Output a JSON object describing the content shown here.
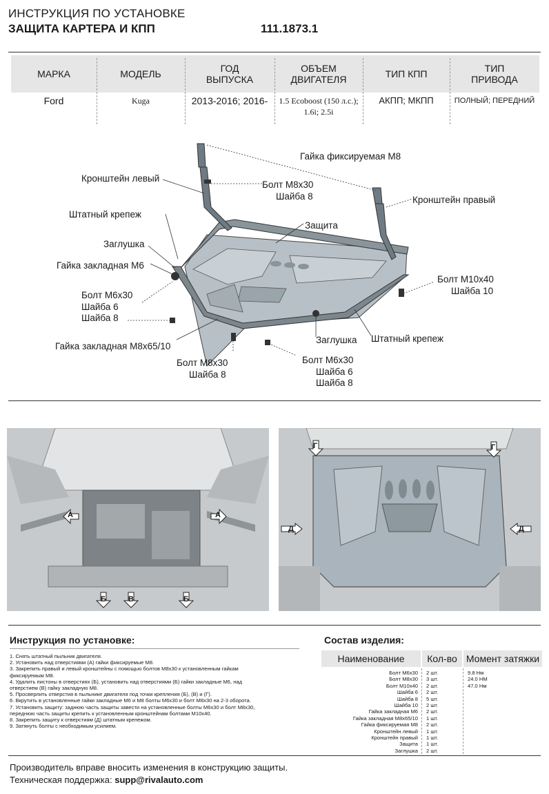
{
  "header": {
    "line1": "ИНСТРУКЦИЯ ПО УСТАНОВКЕ",
    "line2": "ЗАЩИТА КАРТЕРА И КПП",
    "code": "111.1873.1"
  },
  "vehicle_table": {
    "headers": [
      "МАРКА",
      "МОДЕЛЬ",
      "ГОД ВЫПУСКА",
      "ОБЪЕМ ДВИГАТЕЛЯ",
      "ТИП КПП",
      "ТИП ПРИВОДА"
    ],
    "row": [
      "Ford",
      "Kuga",
      "2013-2016; 2016-",
      "1.5 Ecoboost (150 л.с.); 1.6i; 2.5i",
      "АКПП; МКПП",
      "ПОЛНЫЙ; ПЕРЕДНИЙ"
    ]
  },
  "diagram_labels": {
    "nut_fixed_m8": "Гайка фиксируемая М8",
    "bracket_left": "Кронштейн левый",
    "bolt_m8x30_top": "Болт М8х30",
    "washer_8_top": "Шайба 8",
    "bracket_right": "Кронштейн правый",
    "std_fastener_left": "Штатный крепеж",
    "protection": "Защита",
    "plug_left": "Заглушка",
    "nut_insert_m6": "Гайка закладная М6",
    "bolt_m10x40": "Болт М10х40",
    "washer_10": "Шайба 10",
    "bolt_m6x30_left": "Болт М6х30",
    "washer_6_left": "Шайба 6",
    "washer_8_left": "Шайба 8",
    "plug_bottom": "Заглушка",
    "std_fastener_right": "Штатный крепеж",
    "nut_insert_m8": "Гайка закладная М8х65/10",
    "bolt_m8x30_bottom": "Болт М8х30",
    "washer_8_bottom": "Шайба 8",
    "bolt_m6x30_right": "Болт М6х30",
    "washer_6_right": "Шайба 6",
    "washer_8_right": "Шайба 8"
  },
  "photo_labels": {
    "left": {
      "a_left": "А",
      "a_right": "А",
      "b_left": "Б",
      "v": "В",
      "b_right": "Б"
    },
    "right": {
      "g_left": "Г",
      "g_right": "Г",
      "d_left": "Д",
      "d_right": "Д"
    }
  },
  "instructions": {
    "title": "Инструкция по установке:",
    "steps": [
      "1. Снять штатный пыльник двигателя.",
      "2. Установить над отверстиями (А) гайки фиксируемые М8.",
      "3. Закрепить правый и левый кронштейны с помощью болтов М8х30 к установленным гайкам",
      "фиксируемым М8.",
      "4. Удалить пистоны в отверстиях (Б), установить над отверстиями (Б) гайки закладные М6, над",
      "отверстием (В) гайку закладную М8.",
      "5. Просверлить отверстия в пыльнике двигателя под точки крепления (Б), (В) и (Г).",
      "6. Вкрутить в установленные гайки закладные М6 и М8 болты М6х30 и болт М8х30 на 2-3 оборота.",
      "7. Установить защиту: заднюю часть защиты завести на установленные болты М6х30 и болт М8х30,",
      "переднюю часть защиты крепить к установленным кронштейнам болтами М10х40.",
      "8. Закрепить защиту к отверстиям (Д) штатным крепежом.",
      "9. Затянуть болты с необходимым усилием."
    ]
  },
  "composition": {
    "title": "Состав изделия:",
    "headers": [
      "Наименование",
      "Кол-во",
      "Момент затяжки"
    ],
    "rows": [
      {
        "name": "Болт М6х30",
        "qty": "2 шт.",
        "torque": "9.8 Нм"
      },
      {
        "name": "Болт М8х30",
        "qty": "3 шт.",
        "torque": "24.0 НМ"
      },
      {
        "name": "Болт М10х40",
        "qty": "2 шт.",
        "torque": "47.0 Нм"
      },
      {
        "name": "Шайба 6",
        "qty": "2 шт.",
        "torque": ""
      },
      {
        "name": "Шайба 8",
        "qty": "5 шт.",
        "torque": ""
      },
      {
        "name": "Шайба 10",
        "qty": "2 шт.",
        "torque": ""
      },
      {
        "name": "Гайка закладная М6",
        "qty": "2 шт.",
        "torque": ""
      },
      {
        "name": "Гайка закладная М8х65/10",
        "qty": "1 шт.",
        "torque": ""
      },
      {
        "name": "Гайка фиксируемая М8",
        "qty": "2 шт.",
        "torque": ""
      },
      {
        "name": "Кронштейн левый",
        "qty": "1 шт.",
        "torque": ""
      },
      {
        "name": "Кронштейн правый",
        "qty": "1 шт.",
        "torque": ""
      },
      {
        "name": "Защита",
        "qty": "1 шт.",
        "torque": ""
      },
      {
        "name": "Заглушка",
        "qty": "2 шт.",
        "torque": ""
      }
    ]
  },
  "footer": {
    "disclaimer": "Производитель вправе вносить изменения в конструкцию защиты.",
    "support_label": "Техническая поддержка:",
    "support_email": "supp@rivalauto.com"
  },
  "colors": {
    "plate": "#a9b4bc",
    "plate_dark": "#6f7b84",
    "photo_bg": "#d3d6d8",
    "header_bg": "#e6e6e6",
    "arrow": "#ffffff"
  }
}
